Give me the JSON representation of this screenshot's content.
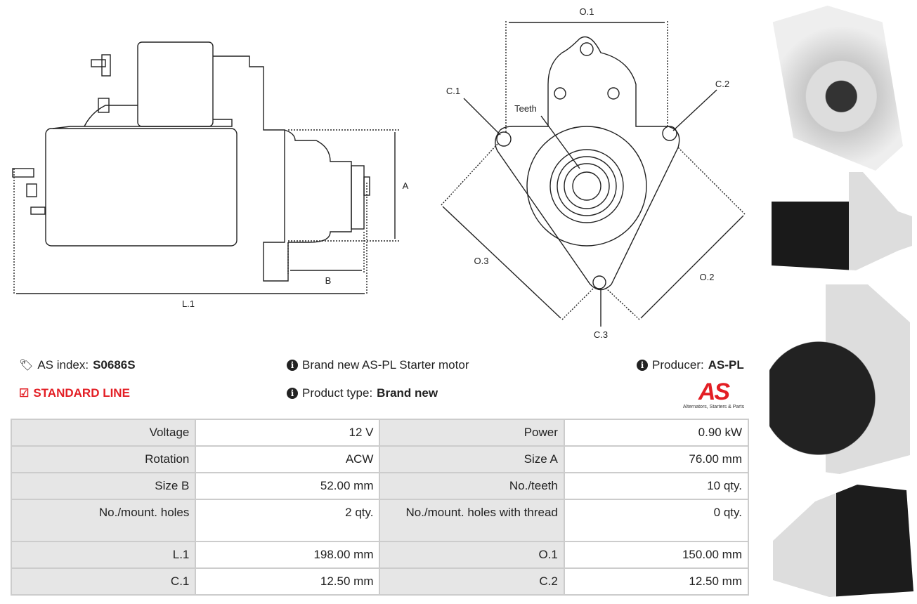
{
  "diagram_labels": {
    "o1": "O.1",
    "c1": "C.1",
    "c2": "C.2",
    "c3": "C.3",
    "teeth": "Teeth",
    "o2": "O.2",
    "o3": "O.3",
    "a": "A",
    "b": "B",
    "l1": "L.1"
  },
  "info": {
    "as_index_label": "AS index:",
    "as_index_value": "S0686S",
    "line": "STANDARD LINE",
    "description": "Brand new AS-PL Starter motor",
    "product_type_label": "Product type:",
    "product_type_value": "Brand new",
    "producer_label": "Producer:",
    "producer_value": "AS-PL"
  },
  "logo": {
    "mark": "AS",
    "tagline": "Alternators, Starters & Parts"
  },
  "specs": [
    {
      "k1": "Voltage",
      "v1": "12 V",
      "k2": "Power",
      "v2": "0.90 kW"
    },
    {
      "k1": "Rotation",
      "v1": "ACW",
      "k2": "Size A",
      "v2": "76.00 mm"
    },
    {
      "k1": "Size B",
      "v1": "52.00 mm",
      "k2": "No./teeth",
      "v2": "10 qty."
    },
    {
      "k1": "No./mount. holes",
      "v1": "2 qty.",
      "k2": "No./mount. holes with thread",
      "v2": "0 qty."
    },
    {
      "k1": "L.1",
      "v1": "198.00 mm",
      "k2": "O.1",
      "v2": "150.00 mm"
    },
    {
      "k1": "C.1",
      "v1": "12.50 mm",
      "k2": "C.2",
      "v2": "12.50 mm"
    }
  ],
  "colors": {
    "accent": "#e31e24",
    "key_bg": "#e6e6e6",
    "border": "#cccccc"
  }
}
